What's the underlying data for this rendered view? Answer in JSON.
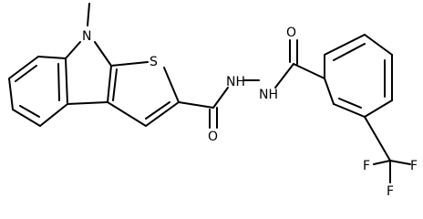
{
  "molecule": {
    "atom_labels": {
      "n_methyl": "N",
      "sulfur": "S",
      "amide_o1": "O",
      "hydrazide_nh1": "NH",
      "hydrazide_nh2": "NH",
      "amide_o2": "O",
      "f1": "F",
      "f2": "F",
      "f3": "F"
    },
    "colors": {
      "line": "#000000",
      "background": "#ffffff"
    }
  }
}
